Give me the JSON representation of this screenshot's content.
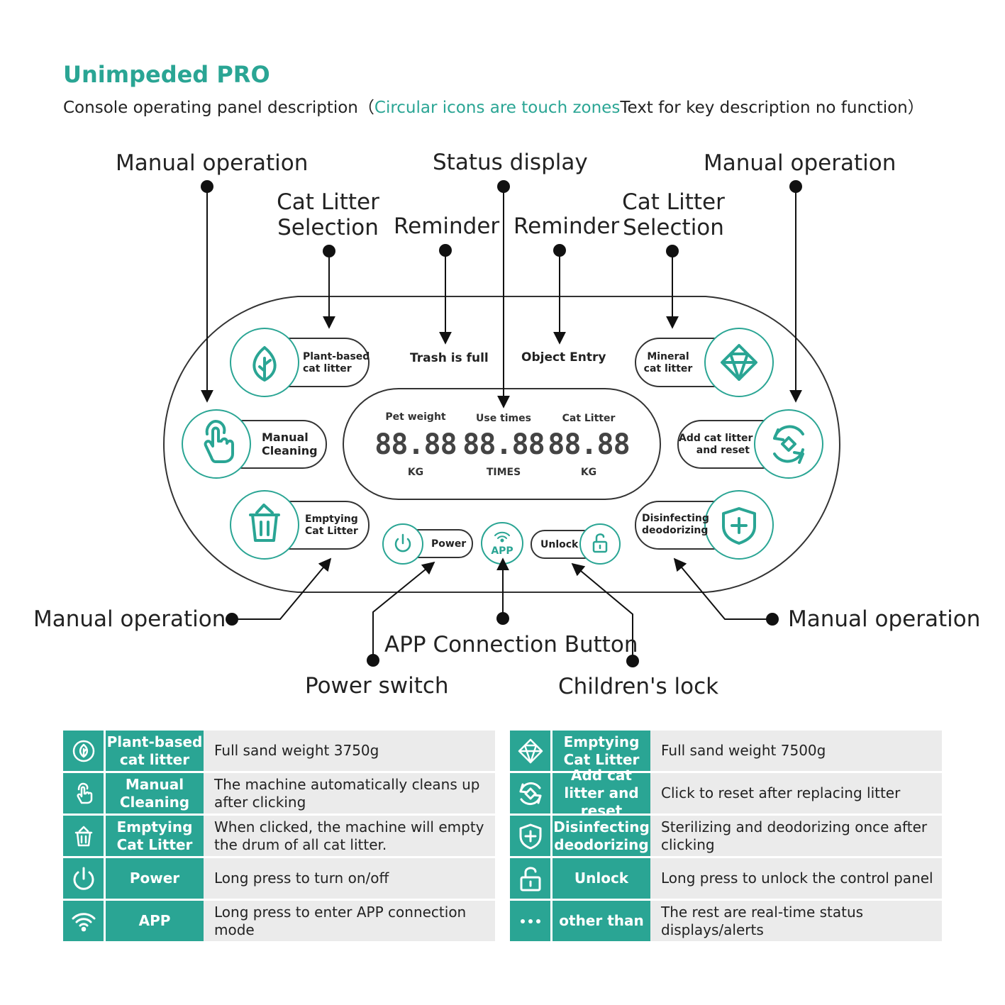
{
  "header": {
    "title": "Unimpeded PRO",
    "subtitle_prefix": "Console operating panel description（",
    "subtitle_accent": "Circular icons are touch zones",
    "subtitle_suffix": "Text for key description no function）"
  },
  "callouts": {
    "manual_operation_tl": "Manual operation",
    "status_display": "Status display",
    "manual_operation_tr": "Manual operation",
    "cat_litter_selection_l_1": "Cat Litter",
    "cat_litter_selection_l_2": "Selection",
    "reminder_l": "Reminder",
    "reminder_r": "Reminder",
    "cat_litter_selection_r_1": "Cat Litter",
    "cat_litter_selection_r_2": "Selection",
    "manual_operation_bl": "Manual operation",
    "manual_operation_br": "Manual operation",
    "app_connection_button": "APP Connection Button",
    "power_switch": "Power switch",
    "childrens_lock": "Children's lock"
  },
  "panel": {
    "plant_based_1": "Plant-based",
    "plant_based_2": "cat litter",
    "manual_cleaning_1": "Manual",
    "manual_cleaning_2": "Cleaning",
    "emptying_1": "Emptying",
    "emptying_2": "Cat Litter",
    "mineral_1": "Mineral",
    "mineral_2": "cat litter",
    "add_reset_1": "Add cat litter",
    "add_reset_2": "and reset",
    "disinfect_1": "Disinfecting",
    "disinfect_2": "deodorizing",
    "trash_full": "Trash is full",
    "object_entry": "Object Entry",
    "power": "Power",
    "app": "APP",
    "unlock": "Unlock",
    "lcd": [
      {
        "label": "Pet weight",
        "digits": "88.88",
        "unit": "KG"
      },
      {
        "label": "Use times",
        "digits": "88.88",
        "unit": "TIMES"
      },
      {
        "label": "Cat Litter",
        "digits": "88.88",
        "unit": "KG"
      }
    ]
  },
  "legend_left": [
    {
      "icon": "leaf-icon",
      "name": "Plant-based cat litter",
      "desc": "Full sand weight 3750g"
    },
    {
      "icon": "hand-tap-icon",
      "name": "Manual Cleaning",
      "desc": "The machine automatically cleans up after clicking"
    },
    {
      "icon": "trash-bin-icon",
      "name": "Emptying Cat Litter",
      "desc": "When clicked, the machine will empty the drum of all cat litter."
    },
    {
      "icon": "power-icon",
      "name": "Power",
      "desc": "Long press to turn on/off"
    },
    {
      "icon": "wifi-icon",
      "name": "APP",
      "desc": "Long press to enter APP connection mode"
    }
  ],
  "legend_right": [
    {
      "icon": "diamond-icon",
      "name": "Emptying Cat Litter",
      "desc": "Full sand weight 7500g"
    },
    {
      "icon": "reset-cycle-icon",
      "name": "Add cat litter and reset",
      "desc": "Click to reset after replacing litter"
    },
    {
      "icon": "shield-plus-icon",
      "name": "Disinfecting deodorizing",
      "desc": "Sterilizing and deodorizing once after clicking"
    },
    {
      "icon": "unlock-icon",
      "name": "Unlock",
      "desc": "Long press to unlock the control panel"
    },
    {
      "icon": "more-dots-icon",
      "name": "other than",
      "desc": "The rest are real-time status displays/alerts"
    }
  ],
  "colors": {
    "accent": "#2aa594",
    "row_bg": "#ebebeb",
    "outline": "#333333"
  }
}
